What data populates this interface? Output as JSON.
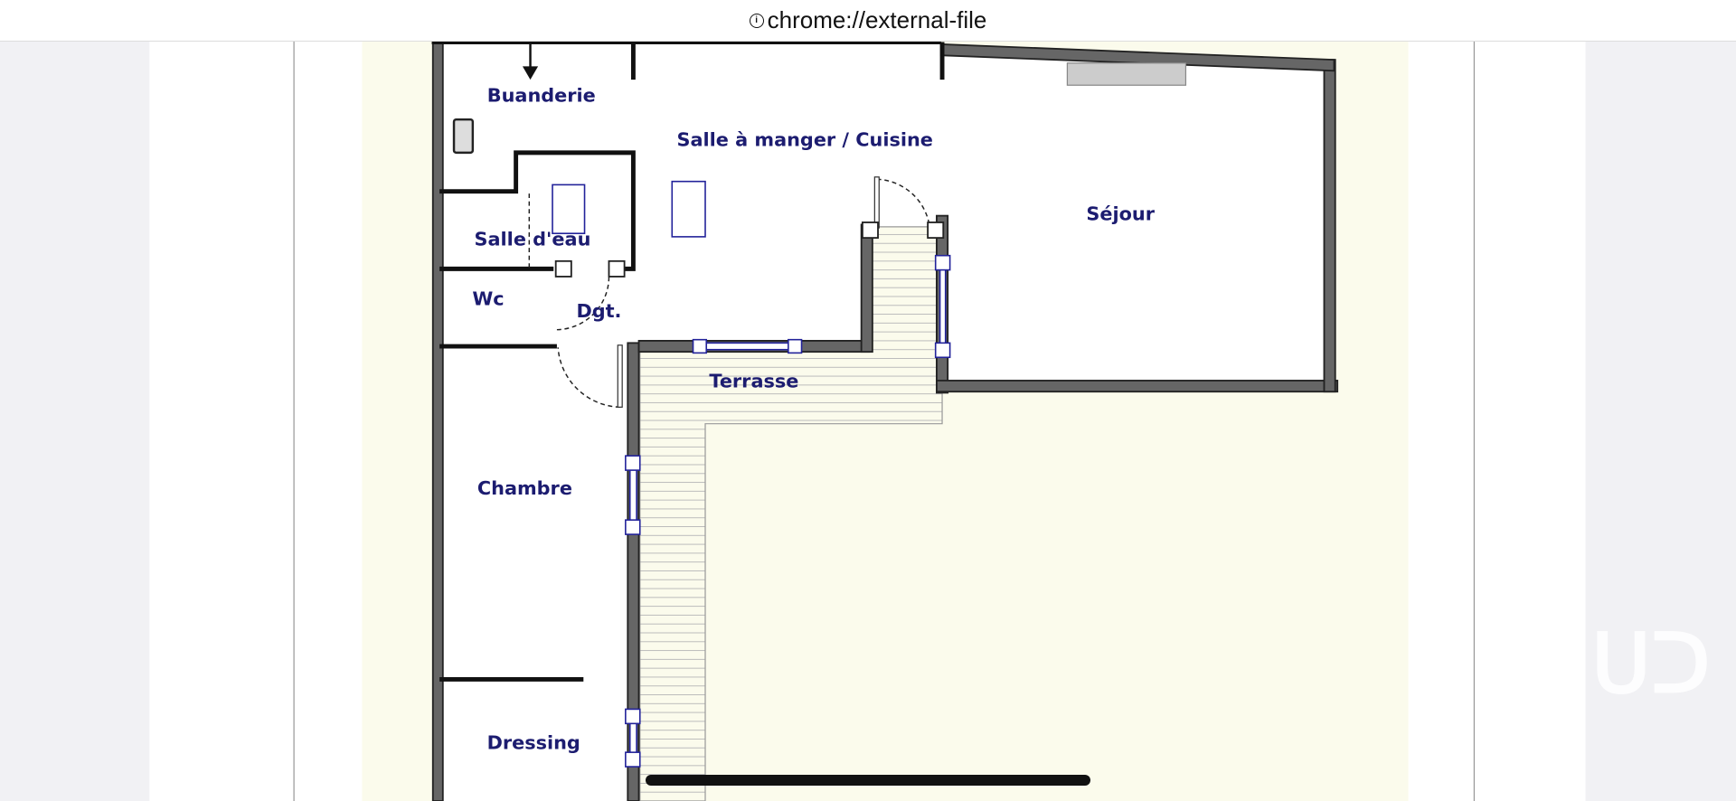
{
  "browser": {
    "url": "chrome://external-file",
    "info_icon": "info-circle-icon"
  },
  "floorplan": {
    "rooms": {
      "buanderie": "Buanderie",
      "salle_manger": "Salle à manger / Cuisine",
      "sejour": "Séjour",
      "salle_eau": "Salle d'eau",
      "wc": "Wc",
      "dgt": "Dgt.",
      "terrasse": "Terrasse",
      "chambre": "Chambre",
      "dressing": "Dressing"
    }
  },
  "watermark": {
    "logo": "iad"
  },
  "colors": {
    "label": "#1c1c70",
    "wall": "#555555",
    "cream": "#fbfbec"
  }
}
